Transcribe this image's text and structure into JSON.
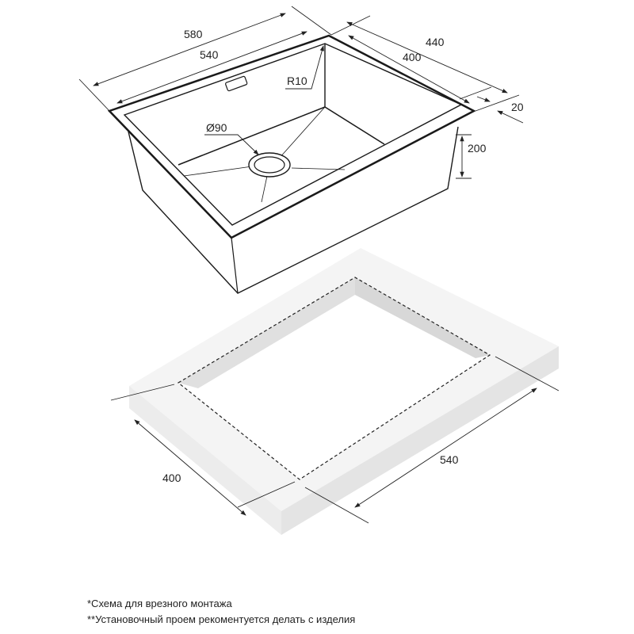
{
  "dimensions": {
    "outer_length": "580",
    "inner_length": "540",
    "outer_width": "440",
    "inner_width": "400",
    "rim": "20",
    "depth": "200",
    "radius": "R10",
    "drain": "Ø90",
    "cutout_width": "400",
    "cutout_length": "540"
  },
  "notes": [
    "*Схема для врезного монтажа",
    "**Установочный проем рекоментуется делать с изделия"
  ],
  "colors": {
    "line": "#1a1a1a",
    "slab_top": "#f4f4f4",
    "slab_side": "#e6e6e6",
    "cutout_wall": "#dcdcdc"
  }
}
